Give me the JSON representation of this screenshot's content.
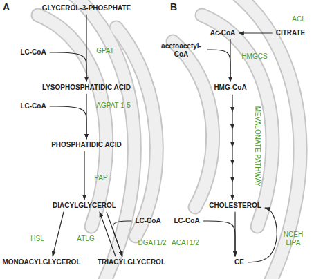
{
  "diagram": {
    "nodes": [
      {
        "text": [
          "GLYCEROL-3-PHOSPHATE"
        ]
      },
      {
        "text": [
          "LC-CoA"
        ]
      },
      {
        "text": [
          "LYSOPHOSPHATIDIC ACID"
        ]
      },
      {
        "text": [
          "LC-CoA"
        ]
      },
      {
        "text": [
          "PHOSPHATIDIC ACID"
        ]
      },
      {
        "text": [
          "DIACYLGLYCEROL"
        ]
      },
      {
        "text": [
          "LC-CoA"
        ]
      },
      {
        "text": [
          "MONOACYLGLYCEROL"
        ]
      },
      {
        "text": [
          "TRIACYLGLYCEROL"
        ]
      },
      {
        "text": [
          "CITRATE"
        ]
      },
      {
        "text": [
          "Ac-CoA"
        ]
      },
      {
        "text": [
          "acetoacetyl- CoA"
        ]
      },
      {
        "text": [
          "HMG-CoA"
        ]
      },
      {
        "text": [
          "CHOLESTEROL"
        ]
      },
      {
        "text": [
          "LC-CoA"
        ]
      },
      {
        "text": [
          "CE"
        ]
      }
    ],
    "edges": [
      {
        "from": 0,
        "to": 2,
        "arrow": "to",
        "label": "GPAT"
      },
      {
        "from": 1,
        "to": 2,
        "arrow": "to"
      },
      {
        "from": 2,
        "to": 4,
        "arrow": "to",
        "label": "AGPAT 1-5"
      },
      {
        "from": 3,
        "to": 4,
        "arrow": "to"
      },
      {
        "from": 4,
        "to": 5,
        "arrow": "to",
        "label": "PAP"
      },
      {
        "from": 5,
        "to": 7,
        "arrow": "to",
        "label": "HSL"
      },
      {
        "from": 5,
        "to": 8,
        "arrow": "to",
        "label": "DGAT1/2"
      },
      {
        "from": 6,
        "to": 8,
        "arrow": "to"
      },
      {
        "from": 8,
        "to": 5,
        "arrow": "to",
        "label": "ATLG"
      },
      {
        "from": 9,
        "to": 10,
        "arrow": "to",
        "label": "ACL"
      },
      {
        "from": 10,
        "to": 12,
        "arrow": "to",
        "label": "HMGCS"
      },
      {
        "from": 11,
        "to": 12,
        "arrow": "to"
      },
      {
        "from": 12,
        "to": 13,
        "arrow": "to",
        "label": "MEVALONATE PATHWAY"
      },
      {
        "from": 13,
        "to": 15,
        "arrow": "to",
        "label": "ACAT1/2"
      },
      {
        "from": 14,
        "to": 15,
        "arrow": "to"
      },
      {
        "from": 15,
        "to": 13,
        "arrow": "to",
        "label": "NCEH LIPA"
      }
    ],
    "labels": [
      "A",
      "B"
    ]
  }
}
